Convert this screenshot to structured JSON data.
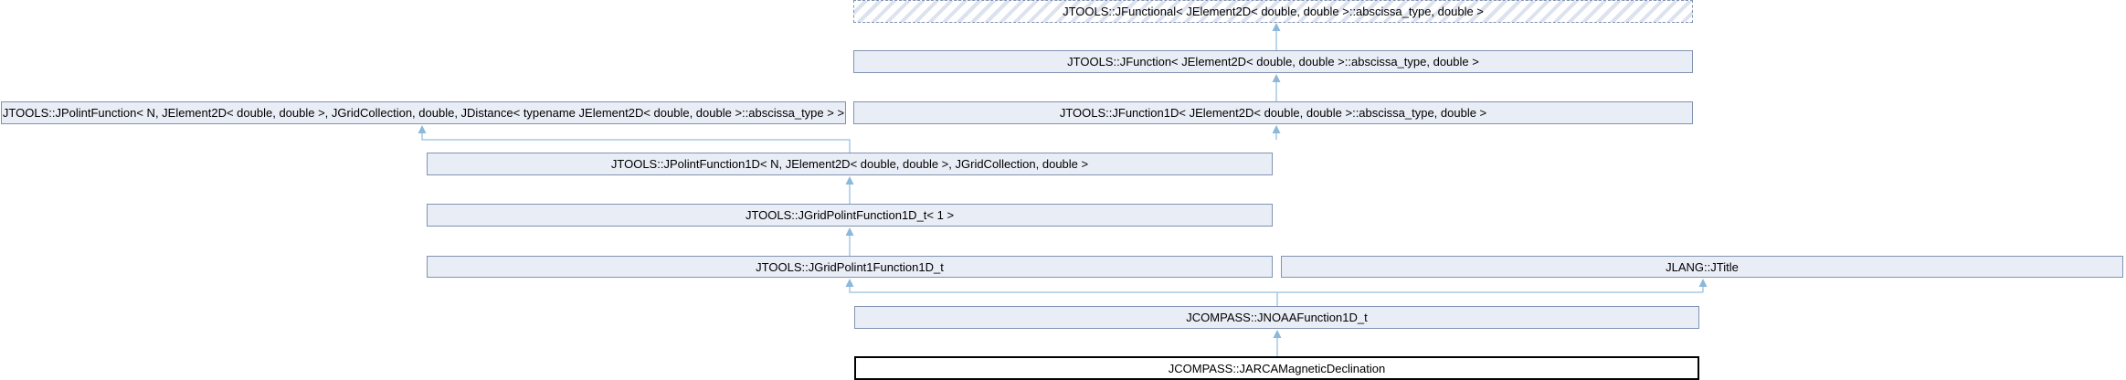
{
  "diagram": {
    "kind": "class-inheritance-graph",
    "colors": {
      "node_fill": "#e9edf6",
      "node_border": "#8193b2",
      "hatch_stripe": "#dce2ee",
      "edge": "#a5c9e4",
      "edge_arrowhead": "#8cb8d9",
      "current_node_border": "#000000",
      "current_node_fill": "#ffffff",
      "text": "#000000"
    },
    "nodes": {
      "jfunctional": {
        "label": "JTOOLS::JFunctional< JElement2D< double, double >::abscissa_type, double >",
        "style": "template-dashed-hatched"
      },
      "jfunction": {
        "label": "JTOOLS::JFunction< JElement2D< double, double >::abscissa_type, double >",
        "style": "link"
      },
      "jpolintfunction": {
        "label": "JTOOLS::JPolintFunction< N, JElement2D< double, double >, JGridCollection, double, JDistance< typename JElement2D< double, double >::abscissa_type > >",
        "style": "link"
      },
      "jfunction1d": {
        "label": "JTOOLS::JFunction1D< JElement2D< double, double >::abscissa_type, double >",
        "style": "link"
      },
      "jpolintfunction1d": {
        "label": "JTOOLS::JPolintFunction1D< N, JElement2D< double, double >, JGridCollection, double >",
        "style": "link"
      },
      "jgridpolintfunction1d_t": {
        "label": "JTOOLS::JGridPolintFunction1D_t< 1 >",
        "style": "link"
      },
      "jgridpolint1function1d_t": {
        "label": "JTOOLS::JGridPolint1Function1D_t",
        "style": "link"
      },
      "jtitle": {
        "label": "JLANG::JTitle",
        "style": "link"
      },
      "jnoaafunction1d_t": {
        "label": "JCOMPASS::JNOAAFunction1D_t",
        "style": "link"
      },
      "jarcamagneticdeclination": {
        "label": "JCOMPASS::JARCAMagneticDeclination",
        "style": "current-class"
      }
    },
    "edges": [
      {
        "from": "jfunction",
        "to": "jfunctional"
      },
      {
        "from": "jfunction1d",
        "to": "jfunction"
      },
      {
        "from": "jpolintfunction1d",
        "to": "jpolintfunction"
      },
      {
        "from": "jpolintfunction1d",
        "to": "jfunction1d"
      },
      {
        "from": "jgridpolintfunction1d_t",
        "to": "jpolintfunction1d"
      },
      {
        "from": "jgridpolint1function1d_t",
        "to": "jgridpolintfunction1d_t"
      },
      {
        "from": "jnoaafunction1d_t",
        "to": "jgridpolint1function1d_t"
      },
      {
        "from": "jnoaafunction1d_t",
        "to": "jtitle"
      },
      {
        "from": "jarcamagneticdeclination",
        "to": "jnoaafunction1d_t"
      }
    ]
  }
}
